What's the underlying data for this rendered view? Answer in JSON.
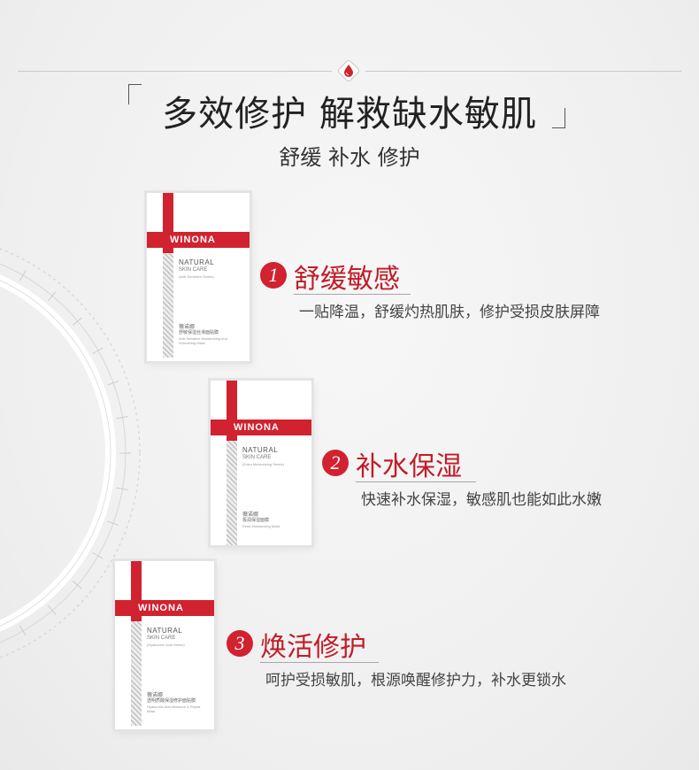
{
  "header": {
    "headline": "多效修护 解救缺水敏肌",
    "subhead": "舒缓 补水 修护"
  },
  "packets": [
    {
      "brand": "WINONA",
      "natural": "NATURAL",
      "skin_care": "SKIN CARE",
      "series": "(Anti-Sensitive Series)",
      "name_cn": "薇诺娜",
      "product_cn": "舒敏保湿丝滑面贴膜",
      "product_en": "Anti-Sensitive Moisturizing And Smoothing Mask"
    },
    {
      "brand": "WINONA",
      "natural": "NATURAL",
      "skin_care": "SKIN CARE",
      "series": "(Extra Moisturizing Series)",
      "name_cn": "薇诺娜",
      "product_cn": "极润保湿面膜",
      "product_en": "Extra Moisturizing Mask"
    },
    {
      "brand": "WINONA",
      "natural": "NATURAL",
      "skin_care": "SKIN CARE",
      "series": "(Hyaluronic Acid Series)",
      "name_cn": "薇诺娜",
      "product_cn": "透明质酸保湿修护面贴膜",
      "product_en": "Hyaluronic Acid Moisture & Repair Mask"
    }
  ],
  "features": [
    {
      "number": "1",
      "title": "舒缓敏感",
      "desc": "一贴降温，舒缓灼热肌肤，修护受损皮肤屏障"
    },
    {
      "number": "2",
      "title": "补水保湿",
      "desc": "快速补水保湿，敏感肌也能如此水嫩"
    },
    {
      "number": "3",
      "title": "焕活修护",
      "desc": "呵护受损敏肌，根源唤醒修护力，补水更锁水"
    }
  ],
  "colors": {
    "accent": "#d1222f",
    "title_red": "#c01c28",
    "background": "#f2f2f2"
  },
  "icons": {
    "top_badge": "water-drop-icon"
  }
}
